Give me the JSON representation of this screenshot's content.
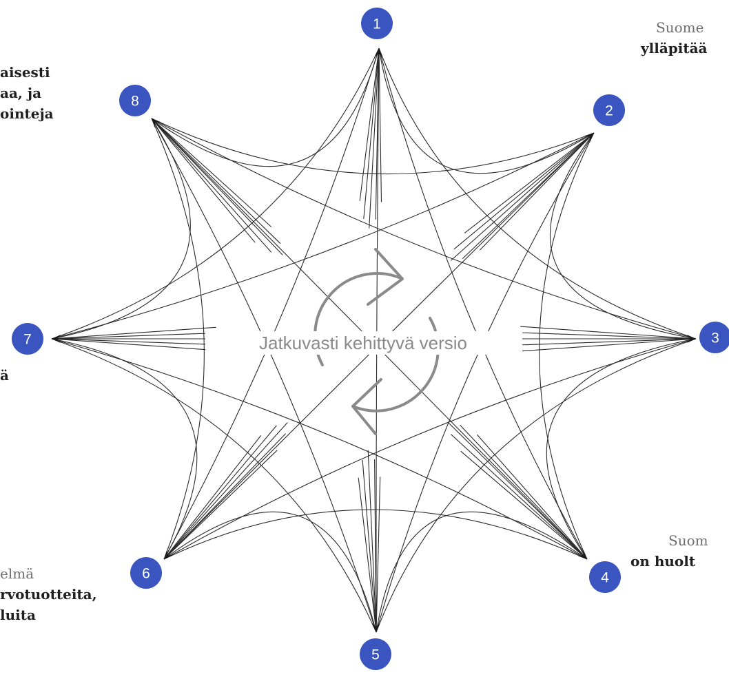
{
  "center_label": "Jatkuvasti kehittyvä versio",
  "nodes": [
    "1",
    "2",
    "3",
    "4",
    "5",
    "6",
    "7",
    "8"
  ],
  "side_texts": {
    "top_left": [
      "aisesti",
      "aa, ja",
      "ointeja"
    ],
    "top_right_light": "Suome",
    "top_right_bold": "ylläpitää",
    "left": "ä",
    "bottom_left_light": "elmä",
    "bottom_left_bold": [
      "rvotuotteita,",
      "luita"
    ],
    "bottom_right_light": "Suom",
    "bottom_right_bold": "on huolt"
  },
  "colors": {
    "node": "#3a55bf",
    "center": "#8a8a8a"
  }
}
